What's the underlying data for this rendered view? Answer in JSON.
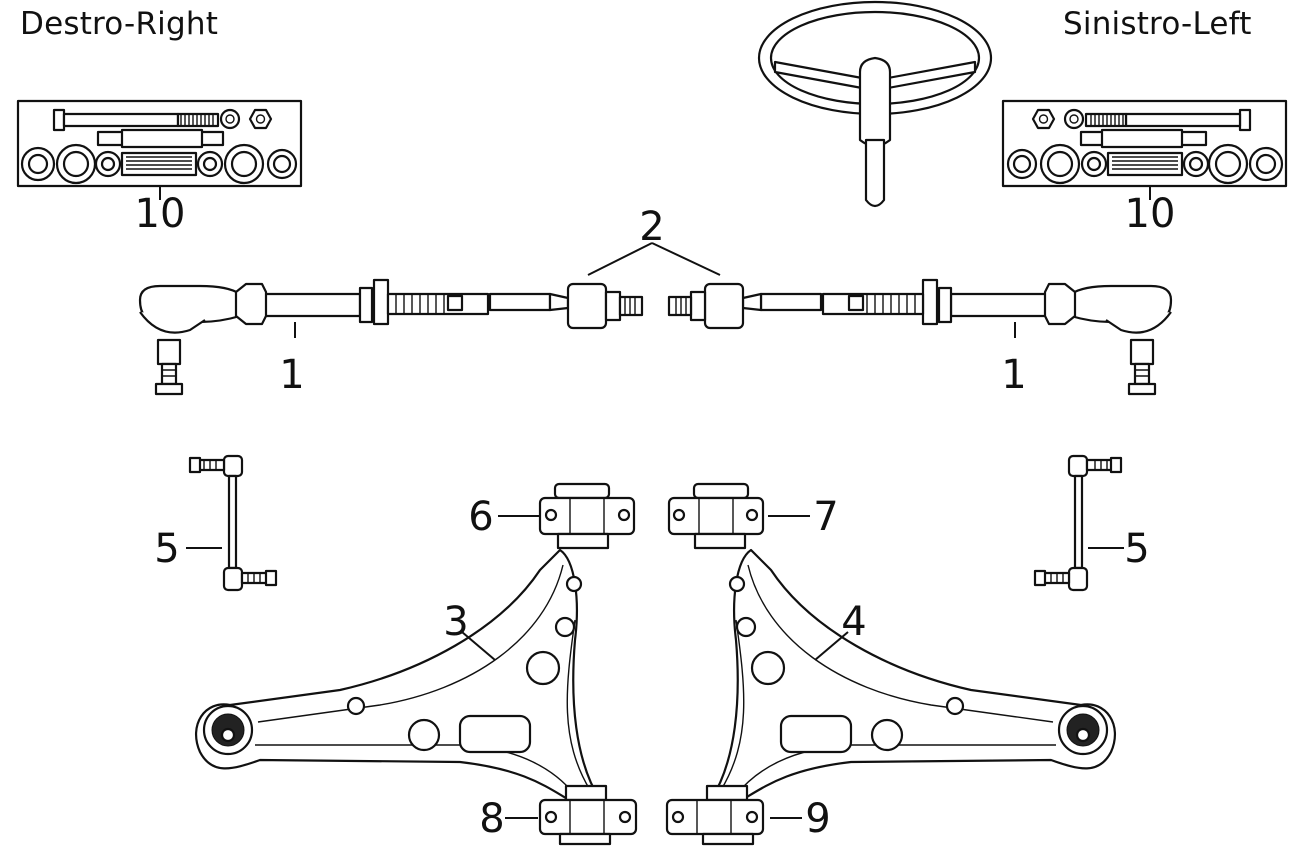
{
  "headers": {
    "right": "Destro-Right",
    "left": "Sinistro-Left"
  },
  "callouts": {
    "n1": "1",
    "n2": "2",
    "n3": "3",
    "n4": "4",
    "n5": "5",
    "n6": "6",
    "n7": "7",
    "n8": "8",
    "n9": "9",
    "n10": "10"
  },
  "icons": {
    "steering_wheel": "steering-wheel-icon",
    "bolt_kit": "bolt-kit-icon",
    "tie_rod_end": "tie-rod-end-icon",
    "inner_tie_rod": "inner-tie-rod-icon",
    "stabilizer_link": "stabilizer-link-icon",
    "control_arm": "control-arm-icon",
    "bushing": "bushing-icon"
  }
}
